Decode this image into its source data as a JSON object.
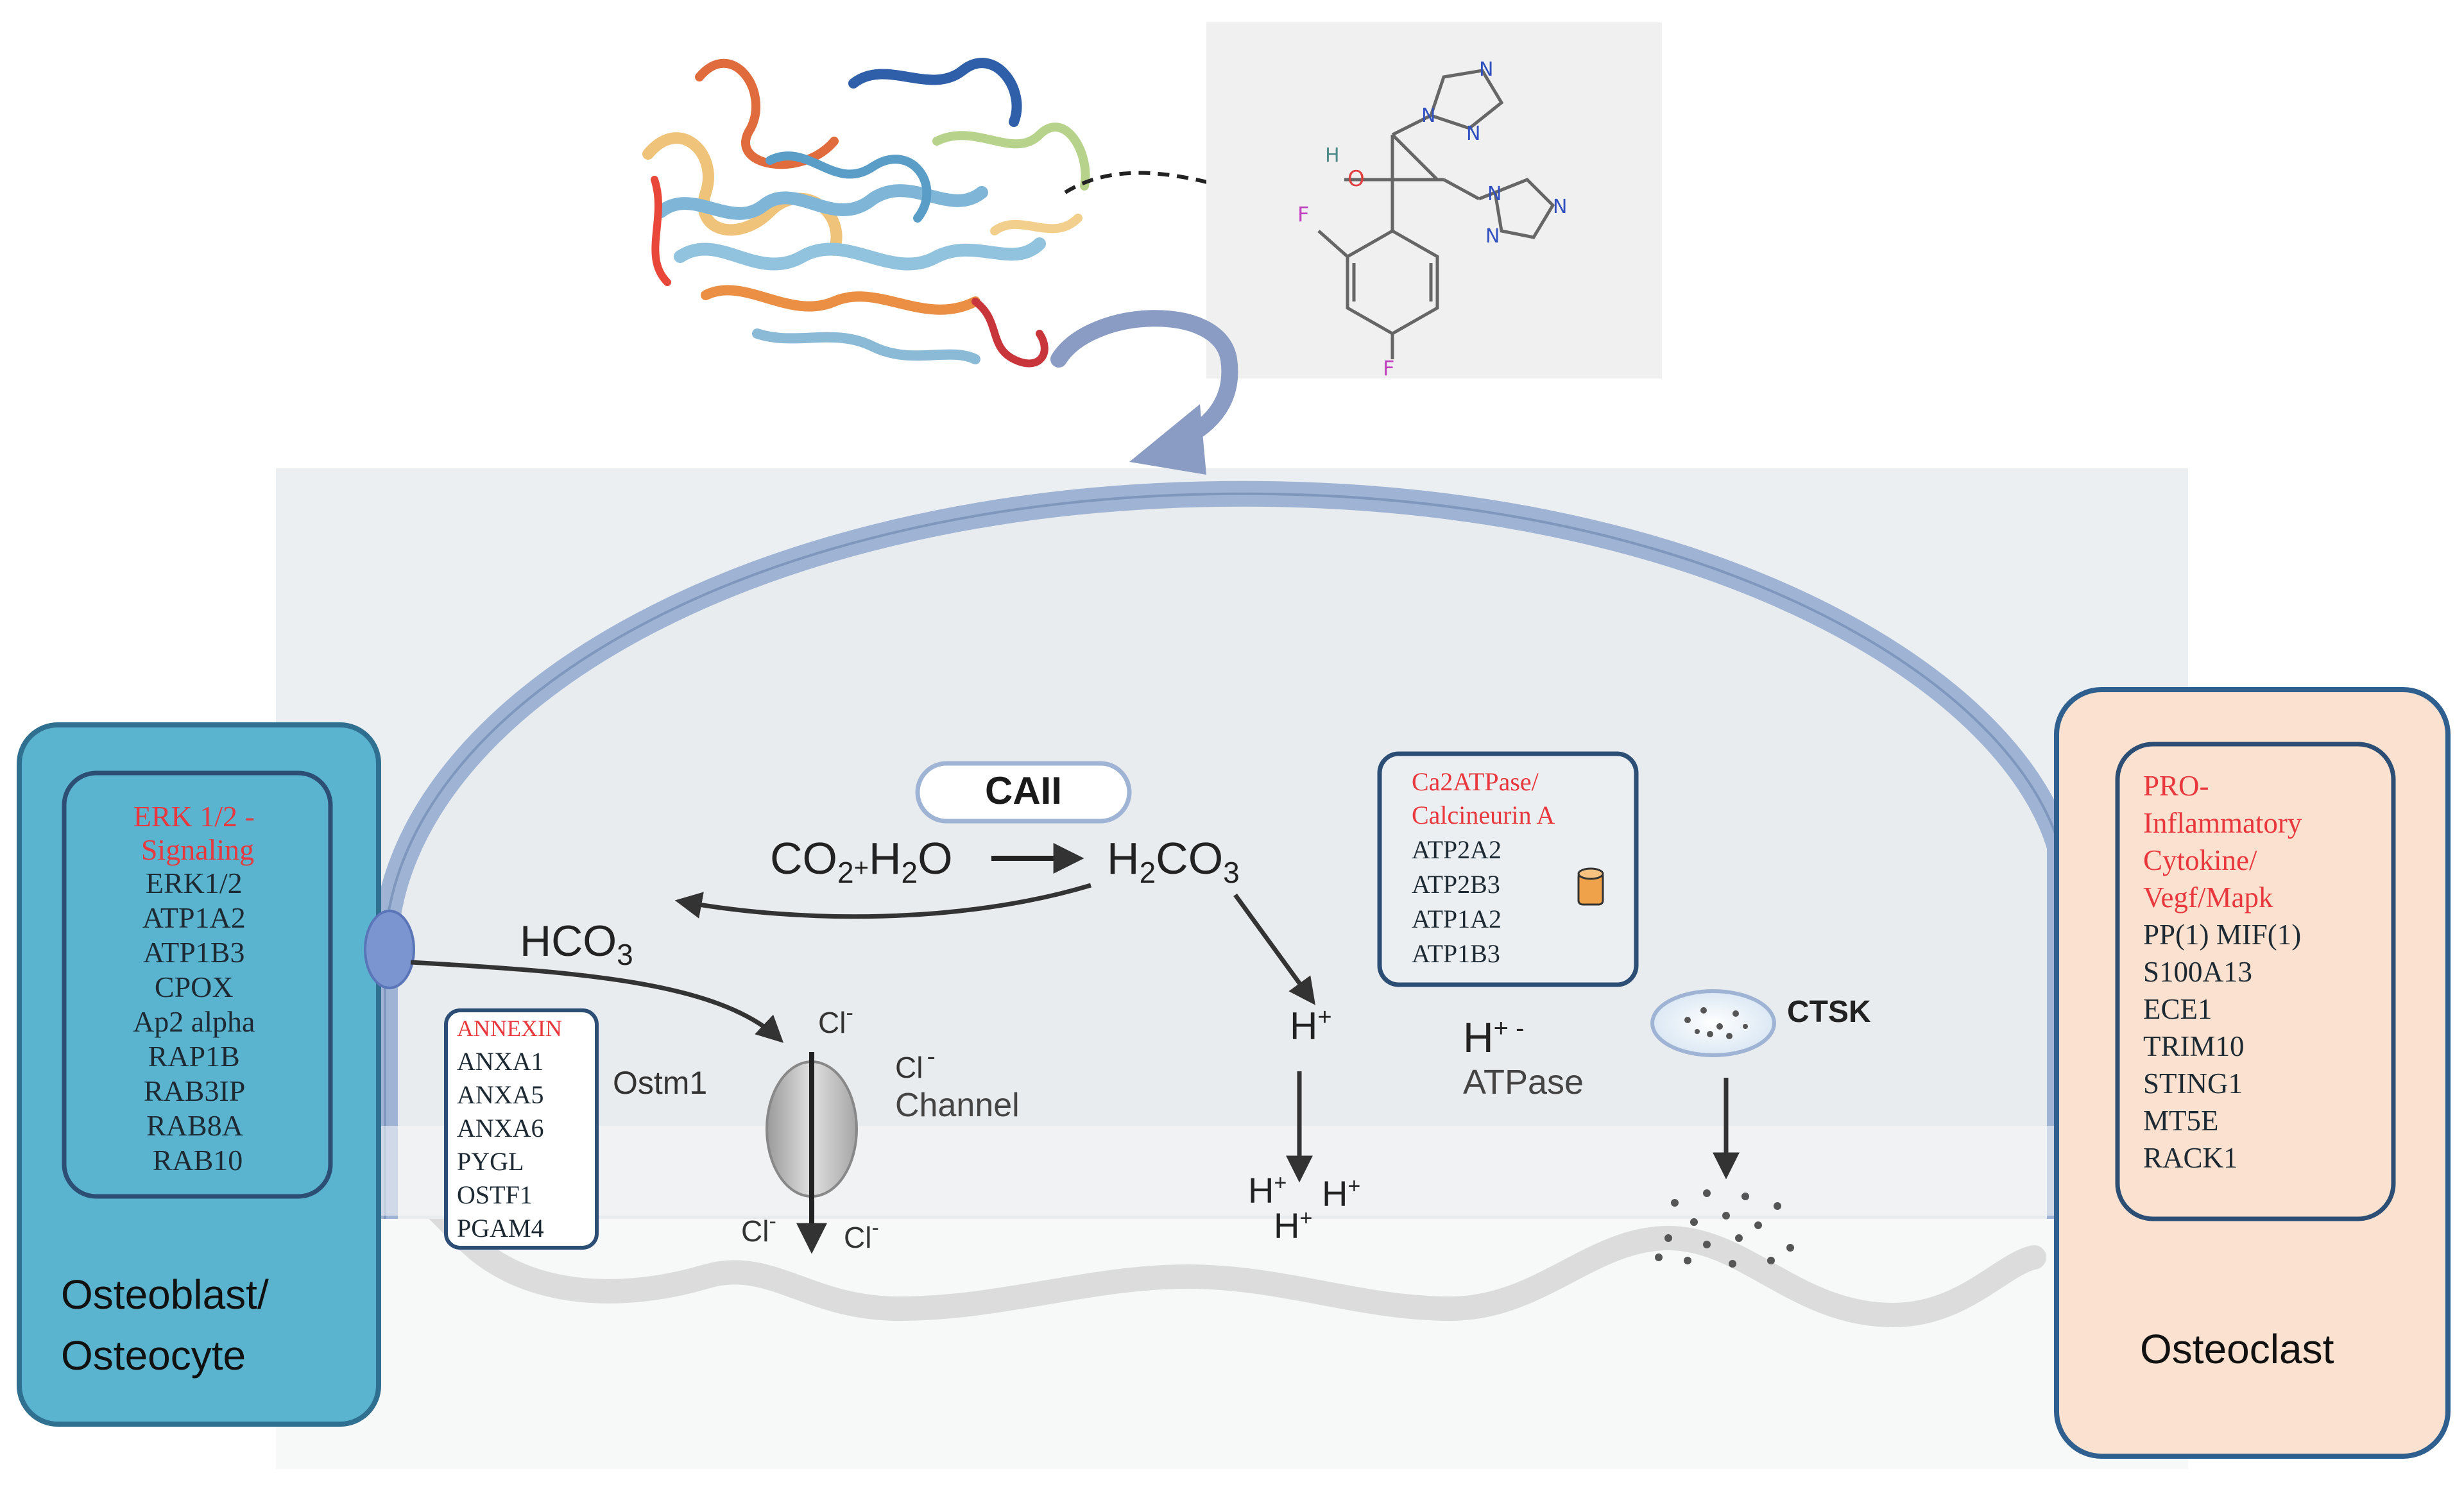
{
  "colors": {
    "accent_red": "#e8383d",
    "osteoblast_fill": "#5ab4cf",
    "osteoclast_fill": "#fbe1cf",
    "box_border": "#3a6690",
    "membrane": "#9fb4d4",
    "cell_bg": "#f3f5f7"
  },
  "molecule": {
    "o_label": "O",
    "h_label": "H",
    "f_label_1": "F",
    "f_label_2": "F",
    "n_labels": [
      "N",
      "N",
      "N",
      "N",
      "N",
      "N"
    ]
  },
  "osteoblast": {
    "heading": [
      "ERK 1/2 -",
      "Signaling"
    ],
    "genes": [
      "ERK1/2",
      "ATP1A2",
      "ATP1B3",
      "CPOX",
      "Ap2 alpha",
      "RAP1B",
      "RAB3IP",
      "RAB8A",
      "RAB10"
    ],
    "cell_label": [
      "Osteoblast/",
      "Osteocyte"
    ]
  },
  "osteoclast": {
    "heading": [
      "PRO-",
      "Inflammatory",
      "Cytokine/",
      "Vegf/Mapk"
    ],
    "genes": [
      "PP(1) MIF(1)",
      "S100A13",
      "ECE1",
      "TRIM10",
      "STING1",
      "MT5E",
      "RACK1"
    ],
    "cell_label": "Osteoclast"
  },
  "annexin": {
    "heading": "ANNEXIN",
    "genes": [
      "ANXA1",
      "ANXA5",
      "ANXA6",
      "PYGL",
      "OSTF1",
      "PGAM4"
    ]
  },
  "calcium": {
    "heading": [
      "Ca2ATPase/",
      "Calcineurin A"
    ],
    "genes": [
      "ATP2A2",
      "ATP2B3",
      "ATP1A2",
      "ATP1B3"
    ]
  },
  "reaction": {
    "enzyme": "CAII",
    "co": "CO",
    "sub_2": "2",
    "plus": "+",
    "h": "H",
    "o": "O",
    "h2co": "CO",
    "sub_3": "3",
    "hco": "HCO"
  },
  "labels": {
    "ostm1": "Ostm1",
    "cl": "Cl",
    "minus": "-",
    "cl_channel": "Channel",
    "h_plus": "H",
    "plus_sup": "+",
    "atpase_line1": "H",
    "atpase_sup": "+ -",
    "atpase_line2": "ATPase",
    "ctsk": "CTSK"
  }
}
